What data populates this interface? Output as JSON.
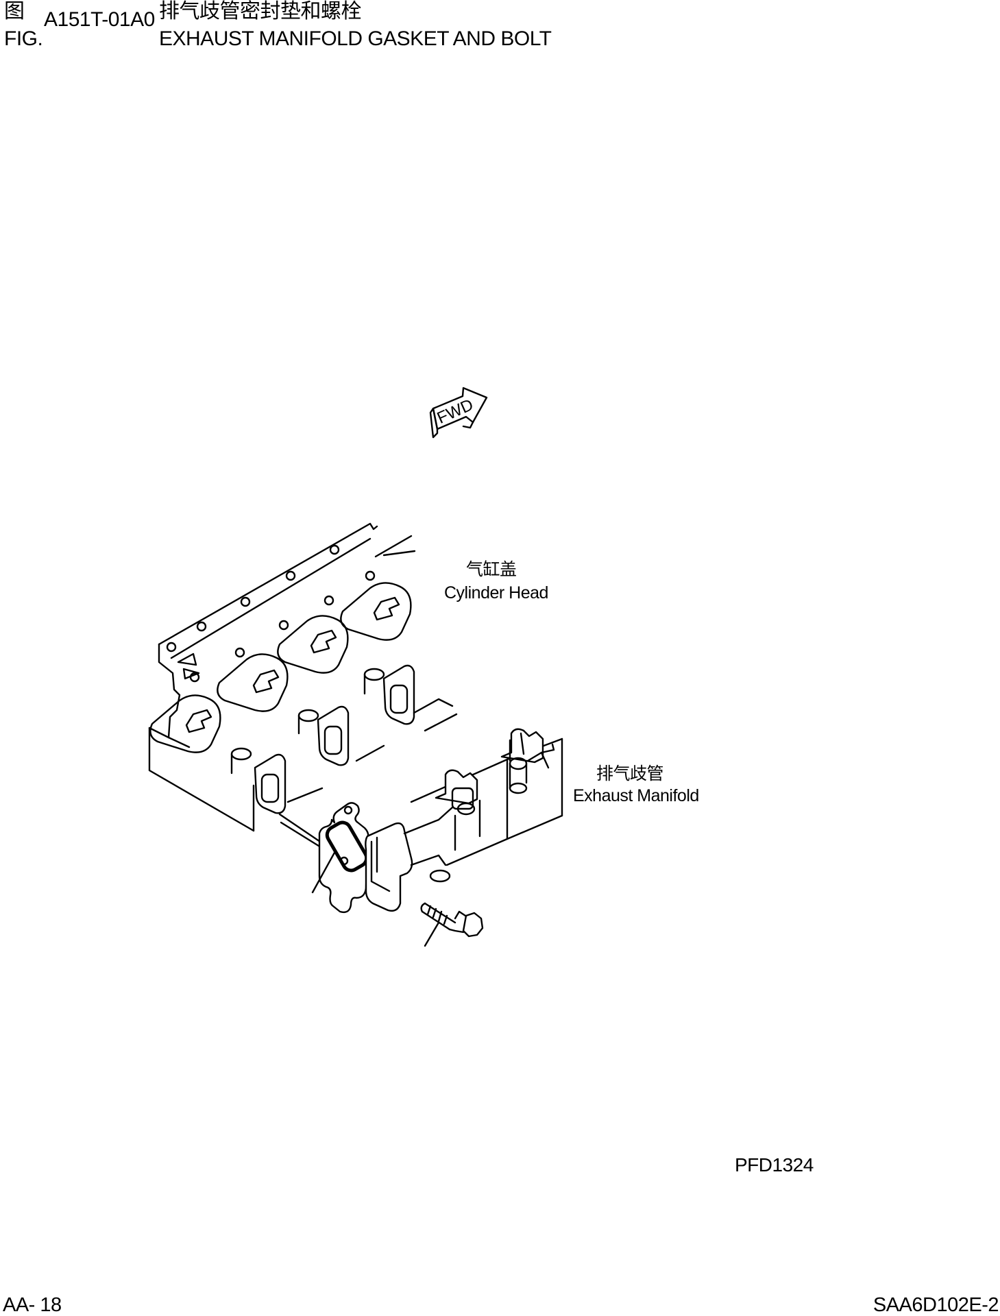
{
  "header": {
    "fig_cn": "图",
    "fig_en": "FIG.",
    "fig_number": "A151T-01A0",
    "title_cn": "排气歧管密封垫和螺栓",
    "title_en": "EXHAUST MANIFOLD GASKET AND BOLT"
  },
  "diagram": {
    "fwd_marker": "FWD",
    "labels": {
      "cylinder_head_cn": "气缸盖",
      "cylinder_head_en": "Cylinder Head",
      "exhaust_manifold_cn": "排气歧管",
      "exhaust_manifold_en": "Exhaust Manifold"
    },
    "illustration_code": "PFD1324"
  },
  "footer": {
    "page": "AA- 18",
    "model": "SAA6D102E-2"
  }
}
